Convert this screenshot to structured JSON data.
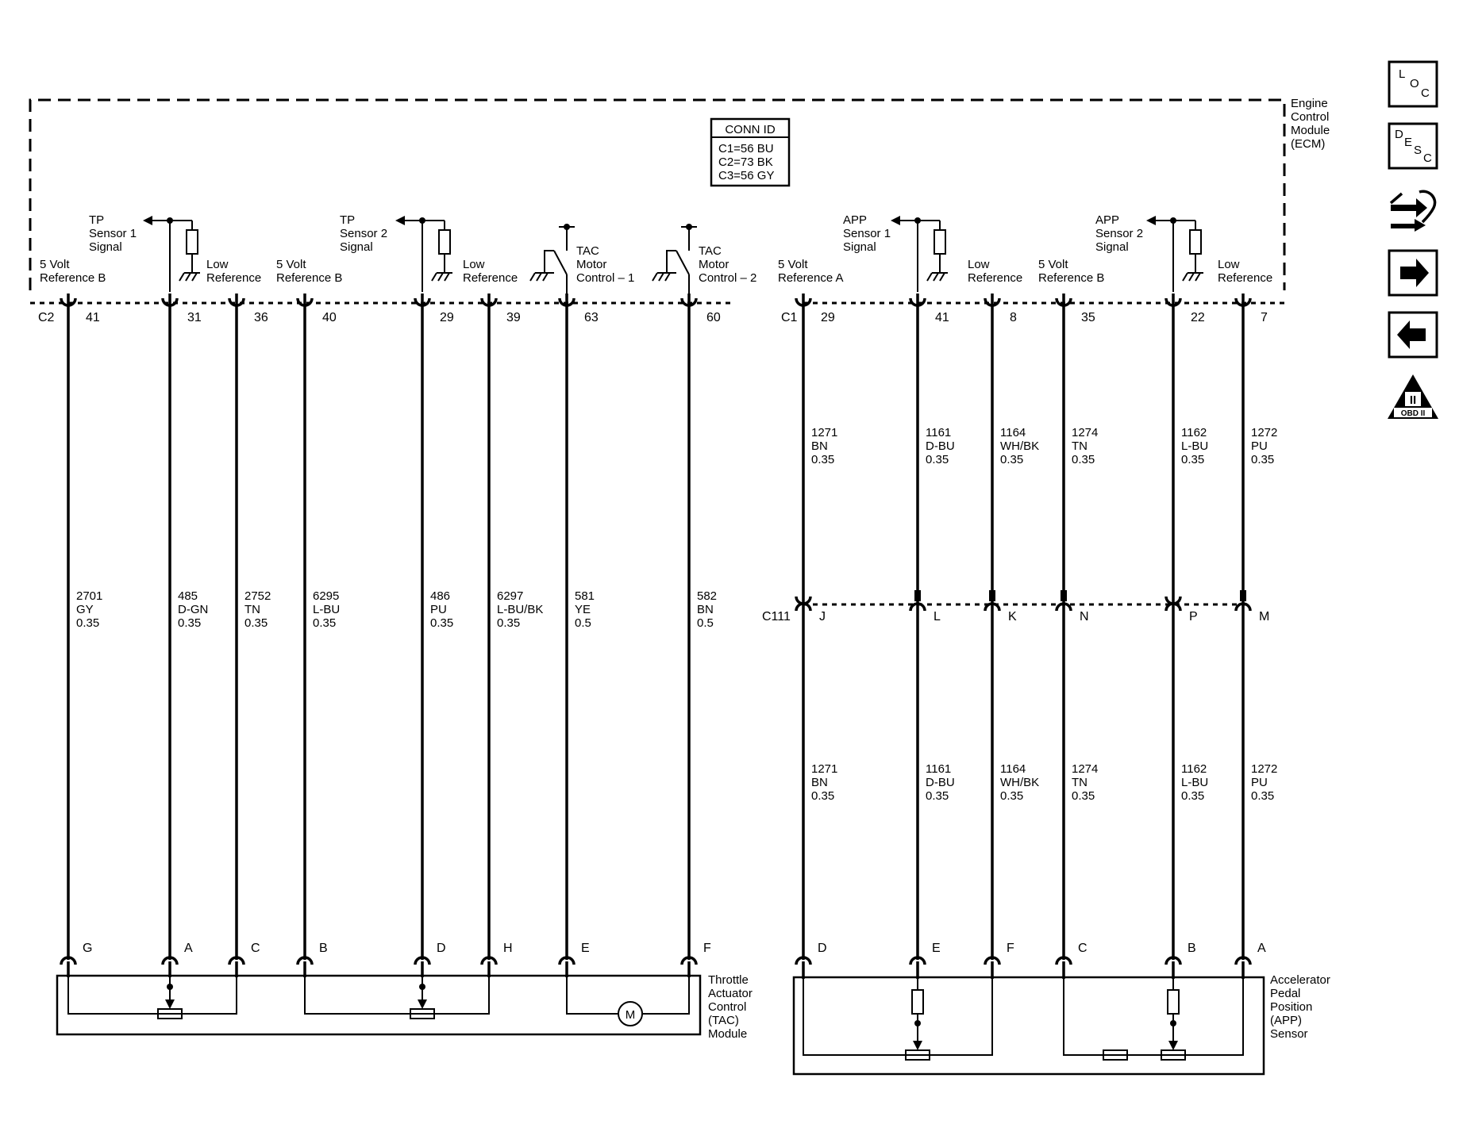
{
  "ecm": {
    "label": [
      "Engine",
      "Control",
      "Module",
      "(ECM)"
    ],
    "conn_id": {
      "title": "CONN ID",
      "lines": [
        "C1=56 BU",
        "C2=73 BK",
        "C3=56 GY"
      ]
    }
  },
  "ecm_labels": {
    "tp1": [
      "TP",
      "Sensor 1",
      "Signal"
    ],
    "tp2": [
      "TP",
      "Sensor 2",
      "Signal"
    ],
    "app1": [
      "APP",
      "Sensor 1",
      "Signal"
    ],
    "app2": [
      "APP",
      "Sensor 2",
      "Signal"
    ],
    "v5b_1": [
      "5 Volt",
      "Reference B"
    ],
    "low_1": [
      "Low",
      "Reference"
    ],
    "v5b_2": [
      "5 Volt",
      "Reference B"
    ],
    "low_2": [
      "Low",
      "Reference"
    ],
    "tac1": [
      "TAC",
      "Motor",
      "Control – 1"
    ],
    "tac2": [
      "TAC",
      "Motor",
      "Control – 2"
    ],
    "v5a": [
      "5 Volt",
      "Reference A"
    ],
    "low_3": [
      "Low",
      "Reference"
    ],
    "v5b_3": [
      "5 Volt",
      "Reference B"
    ],
    "low_4": [
      "Low",
      "Reference"
    ]
  },
  "connectors": {
    "c2": "C2",
    "c1": "C1",
    "c111": "C111",
    "c2_pins": [
      "41",
      "31",
      "36",
      "40",
      "29",
      "39",
      "63",
      "60"
    ],
    "c1_pins": [
      "29",
      "41",
      "8",
      "35",
      "22",
      "7"
    ],
    "c111_pins": [
      "J",
      "L",
      "K",
      "N",
      "P",
      "M"
    ],
    "tac_pins": [
      "G",
      "A",
      "C",
      "B",
      "D",
      "H",
      "E",
      "F"
    ],
    "app_pins": [
      "D",
      "E",
      "F",
      "C",
      "B",
      "A"
    ]
  },
  "tac_wires": [
    [
      "2701",
      "GY",
      "0.35"
    ],
    [
      "485",
      "D-GN",
      "0.35"
    ],
    [
      "2752",
      "TN",
      "0.35"
    ],
    [
      "6295",
      "L-BU",
      "0.35"
    ],
    [
      "486",
      "PU",
      "0.35"
    ],
    [
      "6297",
      "L-BU/BK",
      "0.35"
    ],
    [
      "581",
      "YE",
      "0.5"
    ],
    [
      "582",
      "BN",
      "0.5"
    ]
  ],
  "app_wires_upper": [
    [
      "1271",
      "BN",
      "0.35"
    ],
    [
      "1161",
      "D-BU",
      "0.35"
    ],
    [
      "1164",
      "WH/BK",
      "0.35"
    ],
    [
      "1274",
      "TN",
      "0.35"
    ],
    [
      "1162",
      "L-BU",
      "0.35"
    ],
    [
      "1272",
      "PU",
      "0.35"
    ]
  ],
  "app_wires_lower": [
    [
      "1271",
      "BN",
      "0.35"
    ],
    [
      "1161",
      "D-BU",
      "0.35"
    ],
    [
      "1164",
      "WH/BK",
      "0.35"
    ],
    [
      "1274",
      "TN",
      "0.35"
    ],
    [
      "1162",
      "L-BU",
      "0.35"
    ],
    [
      "1272",
      "PU",
      "0.35"
    ]
  ],
  "components": {
    "tac": [
      "Throttle",
      "Actuator",
      "Control",
      "(TAC)",
      "Module"
    ],
    "app": [
      "Accelerator",
      "Pedal",
      "Position",
      "(APP)",
      "Sensor"
    ],
    "motor": "M"
  },
  "nav": {
    "loc": [
      "L",
      "O",
      "C"
    ],
    "desc": [
      "D",
      "E",
      "S",
      "C"
    ],
    "obd": "OBD II",
    "obd_numeral": "II"
  }
}
